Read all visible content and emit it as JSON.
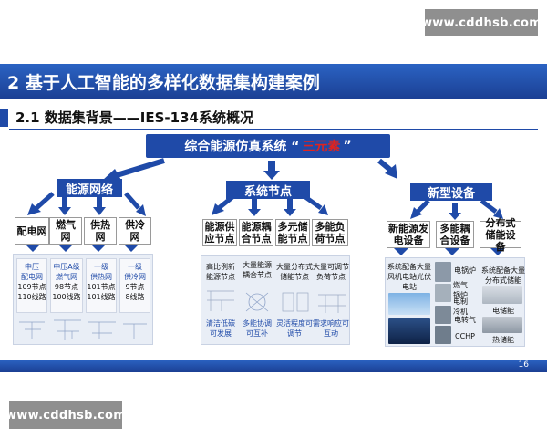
{
  "watermark_top": "www.cddhsb.com",
  "watermark_bottom": "www.cddhsb.com",
  "title": "2 基于人工智能的多样化数据集构建案例",
  "subtitle": "2.1 数据集背景——IES-134系统概况",
  "root": {
    "prefix": "综合能源仿真系统 “",
    "highlight": "三元素",
    "suffix": "”"
  },
  "categories": [
    {
      "label": "能源网络",
      "nodes": [
        {
          "label": "配电网",
          "lines": [
            "中压",
            "配电网",
            "109节点",
            "110线路"
          ]
        },
        {
          "label": "燃气网",
          "lines": [
            "中压A级",
            "燃气网",
            "98节点",
            "100线路"
          ]
        },
        {
          "label": "供热网",
          "lines": [
            "一级",
            "供热网",
            "101节点",
            "101线路"
          ]
        },
        {
          "label": "供冷网",
          "lines": [
            "一级",
            "供冷网",
            "9节点",
            "8线路"
          ]
        }
      ]
    },
    {
      "label": "系统节点",
      "nodes": [
        {
          "label": "能源供应节点",
          "top": "高比例新能源节点",
          "bottom": "清洁低碳可发展"
        },
        {
          "label": "能源耦合节点",
          "top": "大量能源耦合节点",
          "bottom": "多能协调可互补"
        },
        {
          "label": "多元储能节点",
          "top": "大量分布式储能节点",
          "bottom": "灵活程度可调节"
        },
        {
          "label": "多能负荷节点",
          "top": "大量可调节负荷节点",
          "bottom": "需求响应可互动"
        }
      ]
    },
    {
      "label": "新型设备",
      "nodes": [
        {
          "label": "新能源发电设备",
          "top": "系统配备大量风机电站光伏电站"
        },
        {
          "label": "多能耦合设备",
          "items": [
            "电锅炉",
            "燃气锅炉",
            "电制冷机",
            "电转气",
            "CCHP"
          ]
        },
        {
          "label": "分布式储能设备",
          "top": "系统配备大量分布式储能",
          "mid": "电储能",
          "bottom": "热储能"
        }
      ]
    }
  ],
  "page_number": "16",
  "colors": {
    "primary": "#1f4aa8",
    "highlight": "#e0231e",
    "watermark": "#8f8f8f"
  }
}
